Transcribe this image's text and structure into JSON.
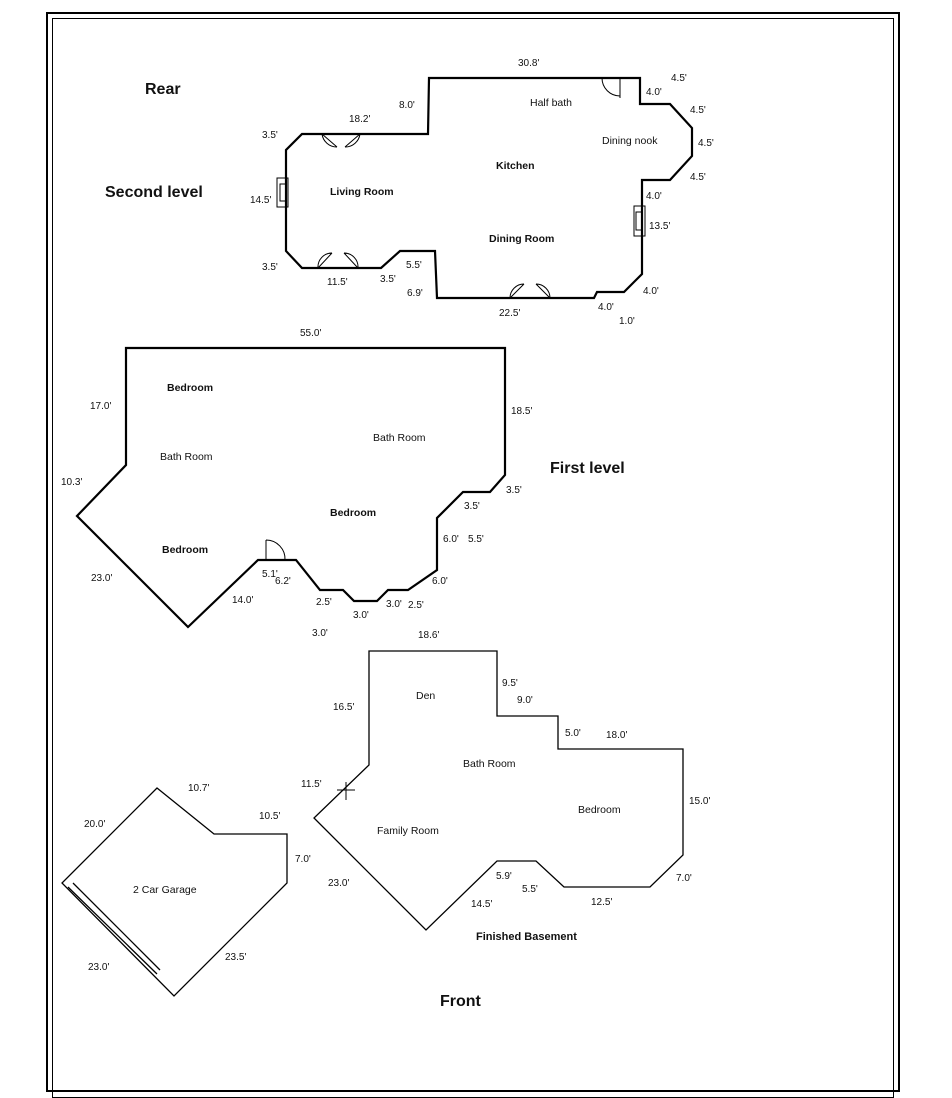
{
  "headings": {
    "rear": "Rear",
    "second_level": "Second level",
    "first_level": "First level",
    "finished_basement": "Finished Basement",
    "front": "Front"
  },
  "second_level": {
    "rooms": {
      "half_bath": "Half bath",
      "dining_nook": "Dining nook",
      "kitchen": "Kitchen",
      "living_room": "Living Room",
      "dining_room": "Dining Room"
    },
    "dims": {
      "top": "30.8'",
      "step_up": "8.0'",
      "upper_left": "18.2'",
      "left_upper_chamfer": "3.5'",
      "left": "14.5'",
      "left_lower_chamfer": "3.5'",
      "bottom_left": "11.5'",
      "bottom_step_a": "3.5'",
      "bottom_step_b": "5.5'",
      "bottom_step_c": "6.9'",
      "bottom_center": "22.5'",
      "bottom_right_a": "4.0'",
      "bottom_right_b": "1.0'",
      "right_lower_chamfer": "4.0'",
      "right": "13.5'",
      "right_jog": "4.0'",
      "bay_a": "4.5'",
      "bay_b": "4.5'",
      "bay_c": "4.5'",
      "bay_d": "4.5'",
      "top_right_jog": "4.0'"
    }
  },
  "first_level": {
    "rooms": {
      "bedroom_top": "Bedroom",
      "bath_left": "Bath Room",
      "bath_right": "Bath Room",
      "bedroom_center": "Bedroom",
      "bedroom_left": "Bedroom"
    },
    "dims": {
      "top": "55.0'",
      "left_upper": "17.0'",
      "right_upper": "18.5'",
      "left_jog": "10.3'",
      "right_step_a": "3.5'",
      "right_step_b": "3.5'",
      "right_step_c": "6.0'",
      "right_step_d": "5.5'",
      "right_step_e": "6.0'",
      "left_diag": "23.0'",
      "bottom_diag": "14.0'",
      "door_a": "5.1'",
      "door_b": "6.2'",
      "bottom_a": "2.5'",
      "bottom_b": "3.0'",
      "bottom_c": "3.0'",
      "bottom_d": "2.5'",
      "bottom_e": "3.0'"
    }
  },
  "basement": {
    "rooms": {
      "den": "Den",
      "bath": "Bath Room",
      "bedroom": "Bedroom",
      "family_room": "Family Room"
    },
    "dims": {
      "top": "18.6'",
      "left_upper": "16.5'",
      "step_a": "9.5'",
      "step_b": "9.0'",
      "step_c": "5.0'",
      "top_right": "18.0'",
      "right": "15.0'",
      "right_lower": "7.0'",
      "bottom_right": "12.5'",
      "bottom_step_a": "5.9'",
      "bottom_step_b": "5.5'",
      "bottom_diag": "14.5'",
      "left_diag": "23.0'",
      "left_upper_diag": "11.5'"
    }
  },
  "garage": {
    "label": "2 Car Garage",
    "dims": {
      "top_diag": "20.0'",
      "top": "10.7'",
      "top_right": "10.5'",
      "right": "7.0'",
      "bottom_right": "23.5'",
      "bottom_left": "23.0'"
    }
  }
}
